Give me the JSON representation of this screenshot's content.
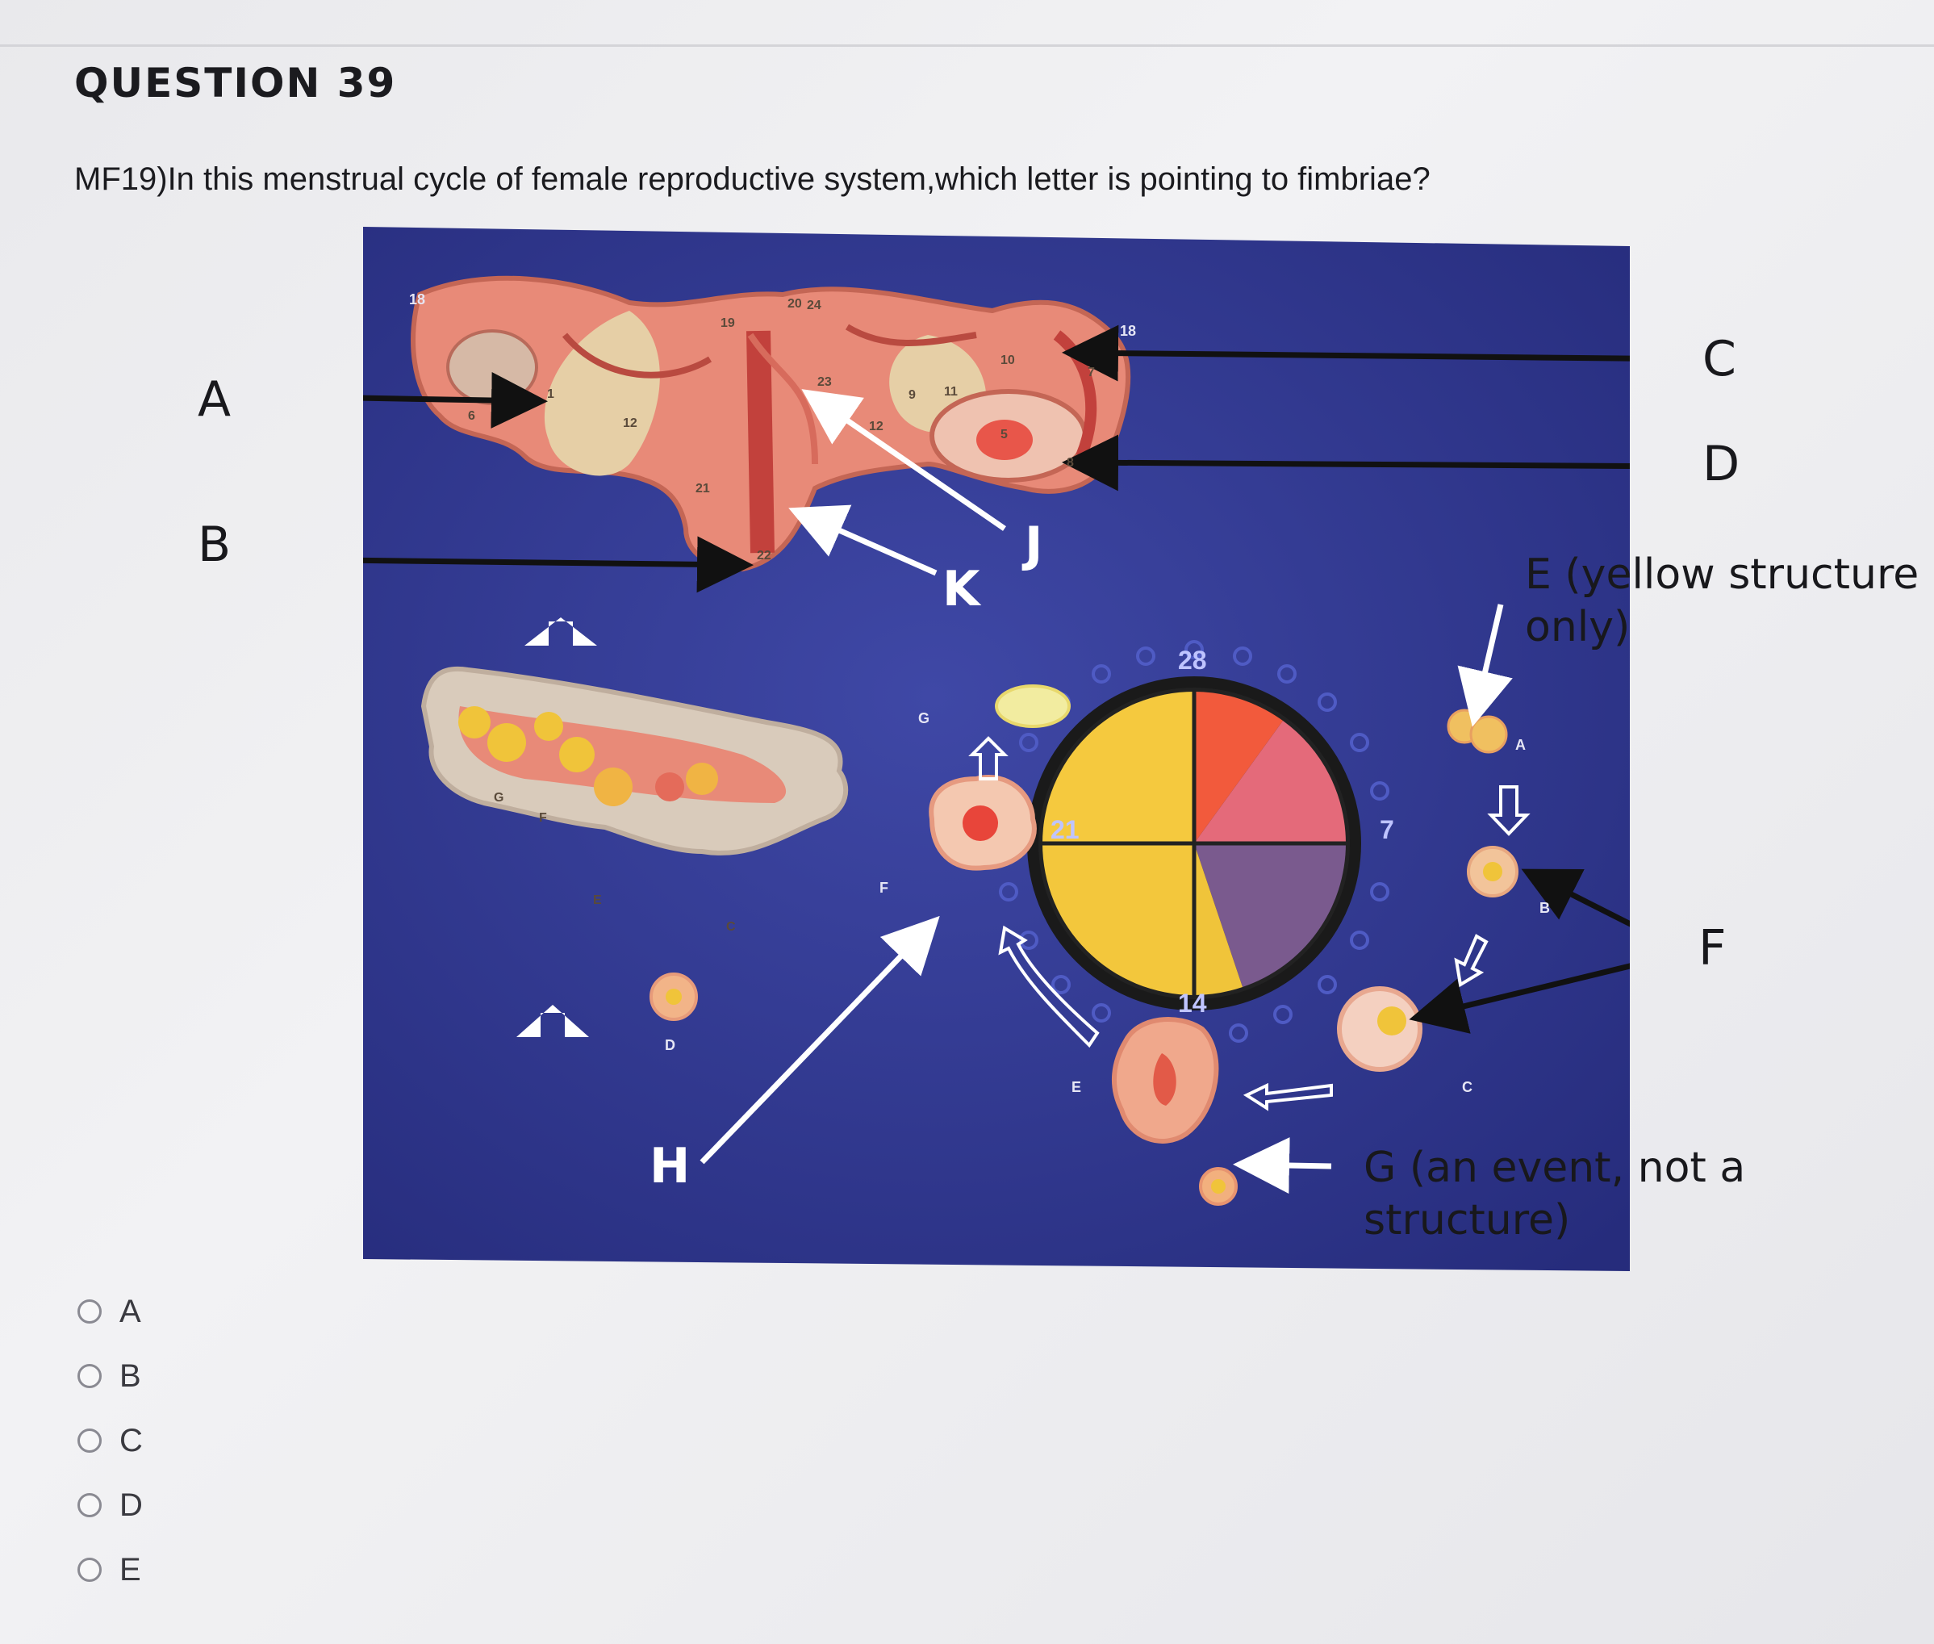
{
  "question": {
    "title": "QUESTION 39",
    "text": "MF19)In this menstrual cycle of female reproductive system,which letter is pointing to fimbriae?"
  },
  "figure": {
    "labels": {
      "a": "A",
      "b": "B",
      "c": "C",
      "d": "D",
      "e_line1": "E (yellow structure",
      "e_line2": "only)",
      "f": "F",
      "g_line1": "G (an event, not a",
      "g_line2": "structure)",
      "h": "H",
      "j": "J",
      "k": "K"
    },
    "cycle_days": {
      "d28": "28",
      "d7": "7",
      "d14": "14",
      "d21": "21"
    },
    "small_markers": {
      "n18a": "18",
      "n19": "19",
      "n20": "20",
      "n24": "24",
      "n18b": "18",
      "n10": "10",
      "n9": "9",
      "n11": "11",
      "n12a": "12",
      "n12b": "12",
      "n23": "23",
      "n22": "22",
      "n5": "5",
      "n7": "7",
      "n8": "8",
      "n1": "1",
      "n21": "21",
      "n6": "6",
      "lg": "G",
      "lf": "F",
      "le": "E",
      "lc": "C",
      "ld": "D",
      "rg": "G",
      "rf": "F",
      "re": "E",
      "ra": "A",
      "rb": "B",
      "rc": "C"
    },
    "colors": {
      "panel": "#2f358f",
      "tissue": "#e58a7a",
      "yellow": "#f0c43a"
    }
  },
  "options": [
    {
      "label": "A"
    },
    {
      "label": "B"
    },
    {
      "label": "C"
    },
    {
      "label": "D"
    },
    {
      "label": "E"
    }
  ]
}
